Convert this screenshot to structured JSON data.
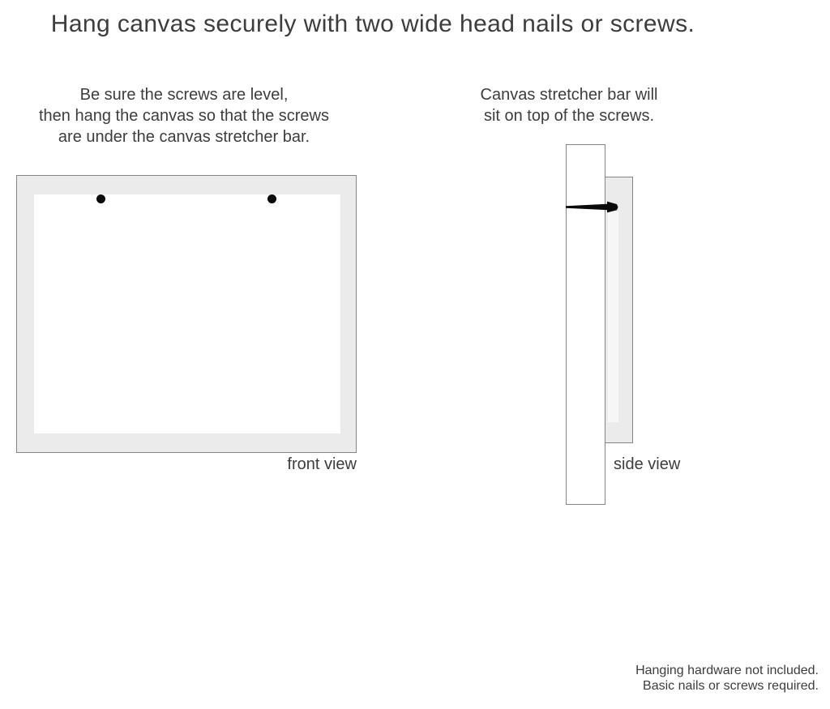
{
  "title": "Hang canvas securely with two wide head nails or screws.",
  "instructions": {
    "left": {
      "lines": [
        "Be sure the screws are level,",
        "then hang the canvas so that the screws",
        "are under the canvas stretcher bar."
      ]
    },
    "right": {
      "lines": [
        "Canvas stretcher bar will",
        "sit on top of the screws."
      ]
    }
  },
  "diagrams": {
    "front": {
      "label": "front view",
      "nail_count": 2
    },
    "side": {
      "label": "side view"
    }
  },
  "footnote": {
    "lines": [
      "Hanging hardware not included.",
      "Basic nails or screws required."
    ]
  },
  "colors": {
    "background": "#ffffff",
    "canvas_gray": "#ebebeb",
    "border_gray": "#858585",
    "text": "#3d3d3d",
    "nail_black": "#0a0a0a"
  }
}
